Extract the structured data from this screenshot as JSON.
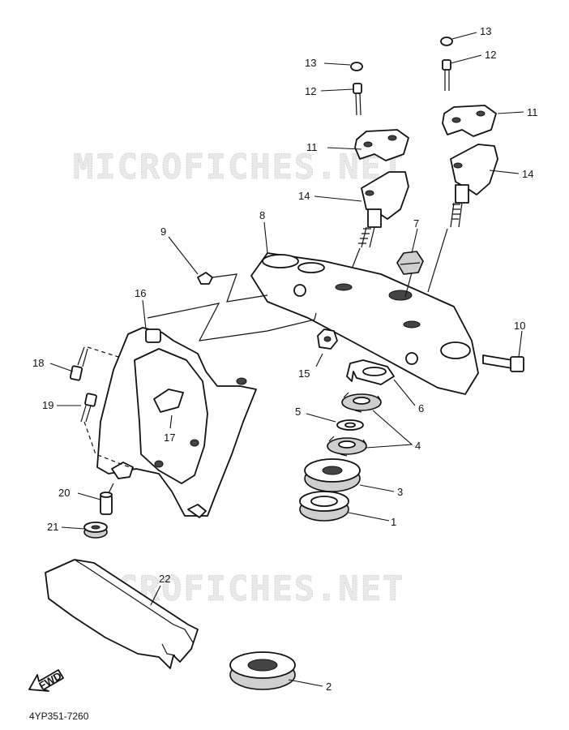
{
  "watermarks": [
    "MICROFICHES.NET",
    "MICROFICHES.NET"
  ],
  "diagram_code": "4YP351-7260",
  "fwd_label": "FWD",
  "callouts": {
    "c1": "1",
    "c2": "2",
    "c3": "3",
    "c4": "4",
    "c5": "5",
    "c6": "6",
    "c7": "7",
    "c8": "8",
    "c9": "9",
    "c10": "10",
    "c11a": "11",
    "c11b": "11",
    "c12a": "12",
    "c12b": "12",
    "c13a": "13",
    "c13b": "13",
    "c14a": "14",
    "c14b": "14",
    "c15": "15",
    "c16": "16",
    "c17": "17",
    "c18": "18",
    "c19": "19",
    "c20": "20",
    "c21": "21",
    "c22": "22"
  }
}
